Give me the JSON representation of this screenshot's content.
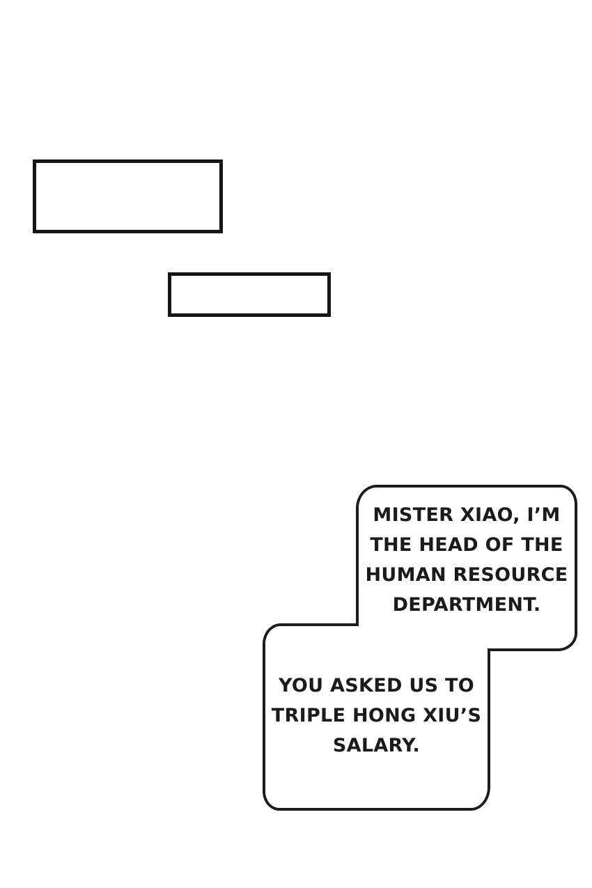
{
  "page": {
    "background_color": "#ffffff",
    "ink_color": "#1c1c1c"
  },
  "caption_boxes": [
    {
      "text": ""
    },
    {
      "text": ""
    }
  ],
  "bubbles": [
    {
      "text": "MISTER XIAO, I’M THE HEAD OF THE HUMAN RESOURCE DEPARTMENT.",
      "lines": [
        "MISTER XIAO, I’M",
        "THE HEAD OF THE",
        "HUMAN RESOURCE",
        "DEPARTMENT."
      ]
    },
    {
      "text": "YOU ASKED US TO TRIPLE HONG XIU’S SALARY.",
      "lines": [
        "YOU ASKED US TO",
        "TRIPLE HONG XIU’S",
        "SALARY."
      ]
    }
  ]
}
